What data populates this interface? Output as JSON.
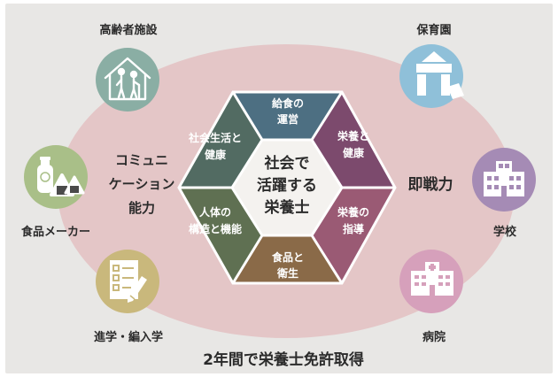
{
  "center": {
    "line1": "社会で",
    "line2": "活躍する",
    "line3": "栄養士"
  },
  "hexagon": {
    "top": {
      "line1": "給食の",
      "line2": "運営"
    },
    "upper_right": {
      "line1": "栄養と",
      "line2": "健康"
    },
    "lower_right": {
      "line1": "栄養の",
      "line2": "指導"
    },
    "bottom": {
      "line1": "食品と",
      "line2": "衛生"
    },
    "lower_left": {
      "line1": "人体の",
      "line2": "構造と機能"
    },
    "upper_left": {
      "line1": "社会生活と",
      "line2": "健康"
    }
  },
  "side_labels": {
    "left": {
      "line1": "コミュニ",
      "line2": "ケーション",
      "line3": "能力"
    },
    "right": "即戦力"
  },
  "destinations": {
    "top_left": "高齢者施設",
    "mid_left": "食品メーカー",
    "bottom_left": "進学・編入学",
    "top_right": "保育園",
    "mid_right": "学校",
    "bottom_right": "病院"
  },
  "footer": "2年間で栄養士免許取得",
  "icons": {
    "top_left": "elderly-care-house-icon",
    "mid_left": "food-products-icon",
    "bottom_left": "checklist-icon",
    "top_right": "building-blocks-icon",
    "mid_right": "school-building-icon",
    "bottom_right": "hospital-icon"
  },
  "colors": {
    "background": "#e8e7e5",
    "ellipse": "#e4c6c7",
    "hex_top": "#4d6f82",
    "hex_upper_right": "#7c4a6d",
    "hex_lower_right": "#9a5a74",
    "hex_bottom": "#8a6a48",
    "hex_lower_left": "#5f7052",
    "hex_upper_left": "#526b62",
    "circle_elderly": "#8aaea4",
    "circle_food": "#a9bf88",
    "circle_checklist": "#c9b87c",
    "circle_nursery": "#8fc0d9",
    "circle_school": "#a58bb5",
    "circle_hospital": "#d6a0bb"
  }
}
